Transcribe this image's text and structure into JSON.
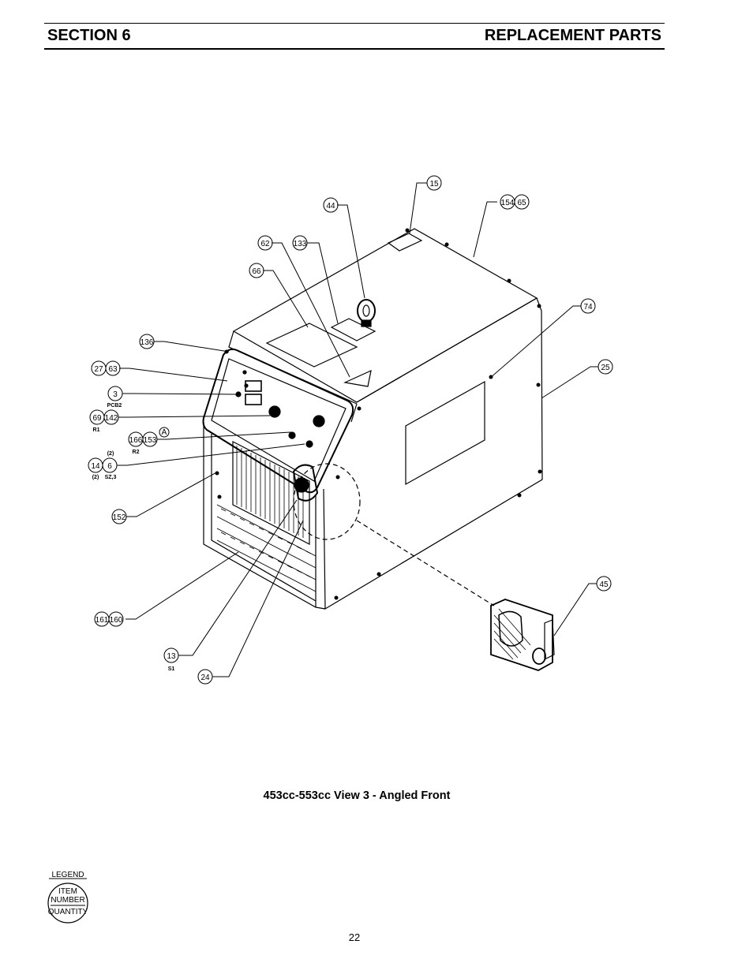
{
  "header": {
    "section": "SECTION 6",
    "title": "REPLACEMENT PARTS"
  },
  "caption": "453cc-553cc View 3 - Angled Front",
  "page_number": "22",
  "legend": {
    "title": "LEGEND",
    "line1": "ITEM",
    "line2": "NUMBER",
    "line3": "QUANTITY"
  },
  "callouts": {
    "c15": "15",
    "c44": "44",
    "c154": "154",
    "c65": "65",
    "c62": "62",
    "c133": "133",
    "c66": "66",
    "c74": "74",
    "c136": "136",
    "c25": "25",
    "c27": "27",
    "c63": "63",
    "c3": "3",
    "c69": "69",
    "c142": "142",
    "c166": "166",
    "c153": "153",
    "cA": "A",
    "c14": "14",
    "c6": "6",
    "c152": "152",
    "c45": "45",
    "c161": "161",
    "c160": "160",
    "c13": "13",
    "c24": "24"
  },
  "sub_labels": {
    "pcb2": "PCB2",
    "r1": "R1",
    "two": "(2)",
    "r2": "R2",
    "two_b": "(2)",
    "sz3": "SZ,3",
    "s1": "S1"
  }
}
